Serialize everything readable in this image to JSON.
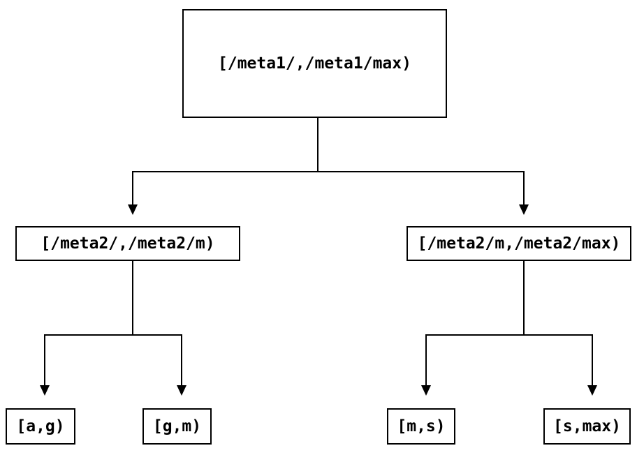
{
  "diagram": {
    "type": "tree",
    "direction": "top-down",
    "background_color": "#ffffff",
    "line_color": "#000000",
    "text_color": "#000000",
    "nodes": {
      "root": {
        "label": "[/meta1/,/meta1/max)"
      },
      "left_child": {
        "label": "[/meta2/,/meta2/m)"
      },
      "right_child": {
        "label": "[/meta2/m,/meta2/max)"
      },
      "leaf_ag": {
        "label": "[a,g)"
      },
      "leaf_gm": {
        "label": "[g,m)"
      },
      "leaf_ms": {
        "label": "[m,s)"
      },
      "leaf_smax": {
        "label": "[s,max)"
      }
    },
    "edges": [
      {
        "from": "root",
        "to": "left_child"
      },
      {
        "from": "root",
        "to": "right_child"
      },
      {
        "from": "left_child",
        "to": "leaf_ag"
      },
      {
        "from": "left_child",
        "to": "leaf_gm"
      },
      {
        "from": "right_child",
        "to": "leaf_ms"
      },
      {
        "from": "right_child",
        "to": "leaf_smax"
      }
    ]
  }
}
